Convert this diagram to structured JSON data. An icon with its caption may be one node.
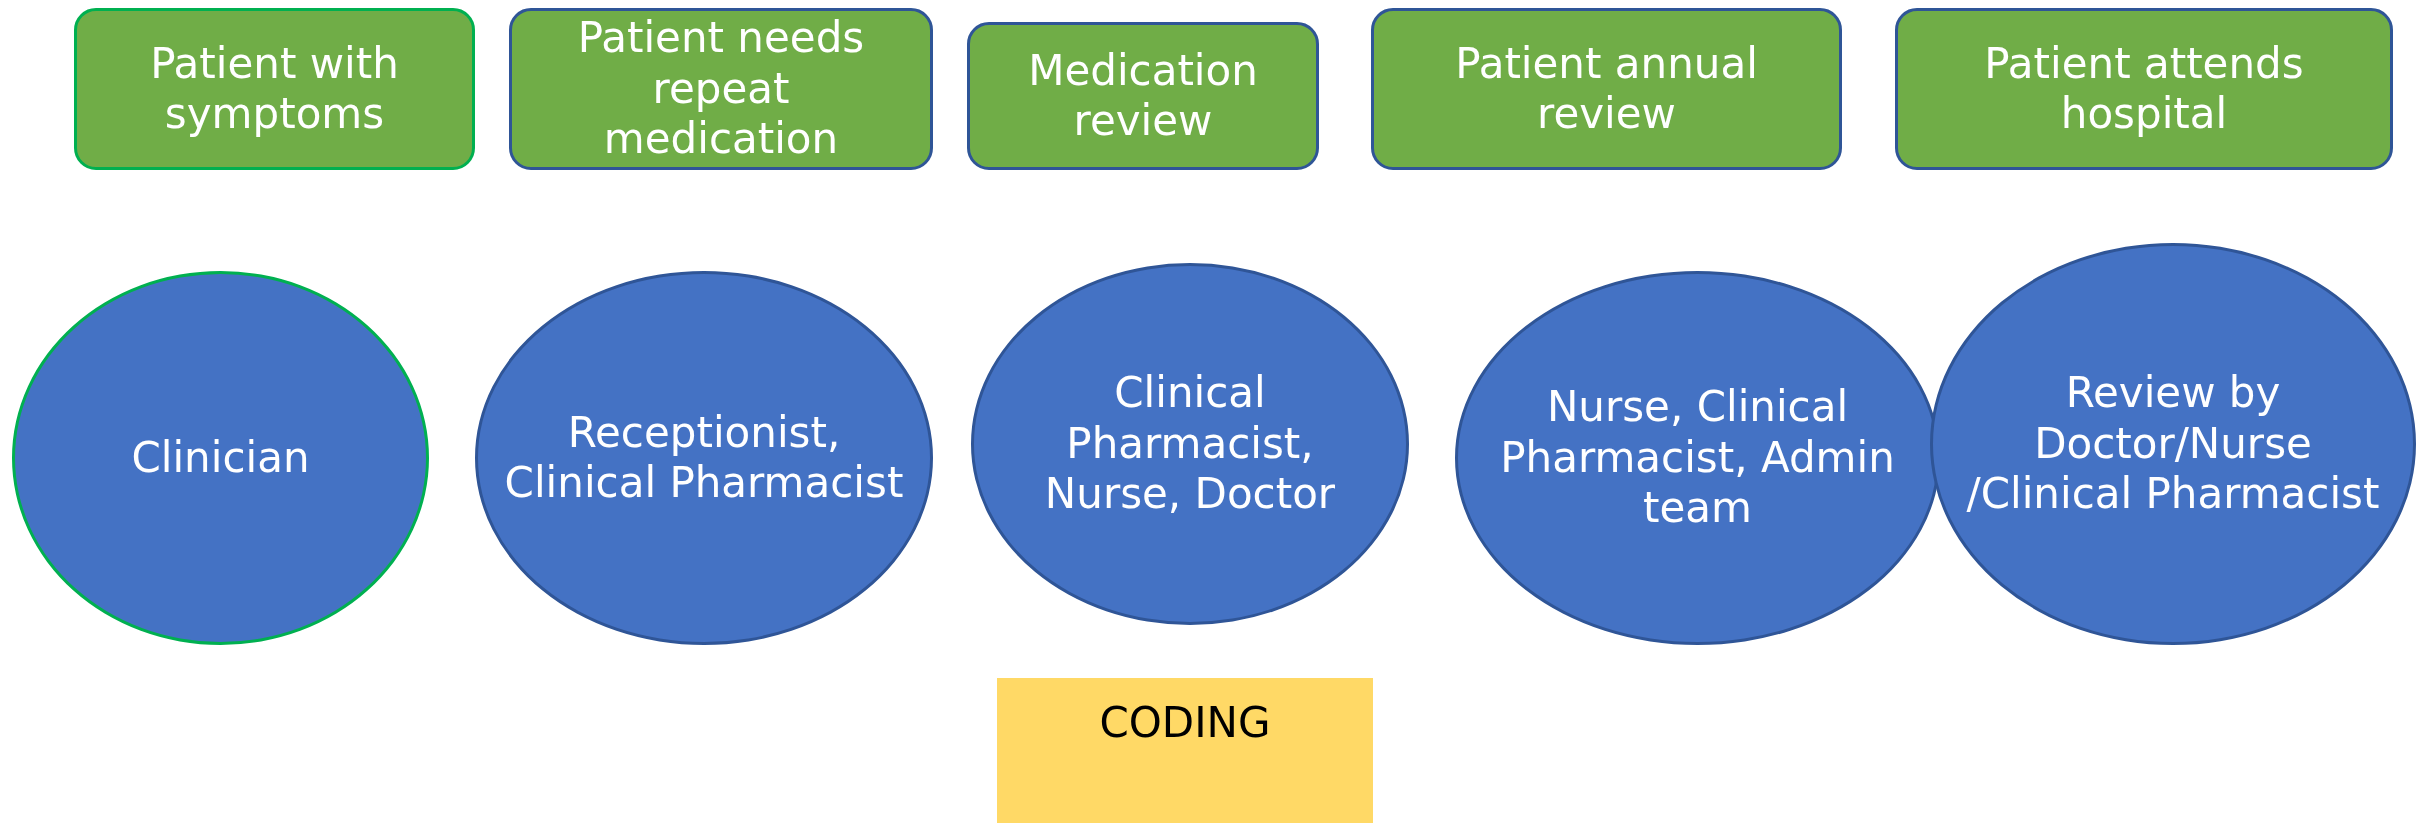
{
  "diagram": {
    "nodes": [
      {
        "text": [
          "Patient with symptoms"
        ]
      },
      {
        "text": [
          "Patient needs repeat medication"
        ]
      },
      {
        "text": [
          "Medication review"
        ]
      },
      {
        "text": [
          "Patient annual review"
        ]
      },
      {
        "text": [
          "Patient attends hospital"
        ]
      },
      {
        "text": [
          "Clinician"
        ]
      },
      {
        "text": [
          "Receptionist, Clinical Pharmacist"
        ]
      },
      {
        "text": [
          "Clinical Pharmacist, Nurse, Doctor"
        ]
      },
      {
        "text": [
          "Nurse, Clinical Pharmacist, Admin team"
        ]
      },
      {
        "text": [
          "Review by Doctor/Nurse /Clinical Pharmacist"
        ]
      },
      {
        "text": [
          "CODING"
        ]
      }
    ],
    "edges": []
  }
}
